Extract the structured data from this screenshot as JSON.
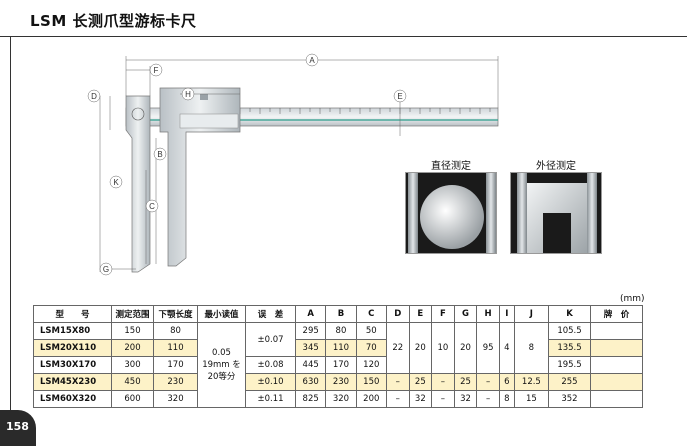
{
  "header": {
    "title": "LSM  长测爪型游标卡尺"
  },
  "drawing": {
    "dimension_letters": {
      "a": "A",
      "f": "F",
      "d": "D",
      "h": "H",
      "e": "E",
      "b": "B",
      "k": "K",
      "c": "C",
      "g": "G"
    }
  },
  "photos": {
    "inner": {
      "label": "直径测定"
    },
    "outer": {
      "label": "外径测定"
    }
  },
  "table": {
    "unit": "(mm)",
    "headers": [
      "型　　号",
      "测定范围",
      "下颚长度",
      "最小读值",
      "误　差",
      "A",
      "B",
      "C",
      "D",
      "E",
      "F",
      "G",
      "H",
      "I",
      "J",
      "K",
      "牌　价"
    ],
    "resolution": {
      "line1": "0.05",
      "line2": "19mm を",
      "line3": "20等分"
    },
    "common": {
      "d": "22",
      "f": "10",
      "g": "20",
      "h": "95",
      "i": "4",
      "j": "8"
    },
    "rows": [
      {
        "model": "LSM15X80",
        "range": "150",
        "jaw": "80",
        "error": "±0.07",
        "a": "295",
        "b": "80",
        "c": "50",
        "k": "105.5",
        "price": ""
      },
      {
        "model": "LSM20X110",
        "range": "200",
        "jaw": "110",
        "error": "",
        "a": "345",
        "b": "110",
        "c": "70",
        "k": "135.5",
        "price": ""
      },
      {
        "model": "LSM30X170",
        "range": "300",
        "jaw": "170",
        "error": "±0.08",
        "a": "445",
        "b": "170",
        "c": "120",
        "k": "195.5",
        "price": ""
      },
      {
        "model": "LSM45X230",
        "range": "450",
        "jaw": "230",
        "error": "±0.10",
        "a": "630",
        "b": "230",
        "c": "150",
        "d": "–",
        "e": "25",
        "f": "–",
        "g": "25",
        "h": "–",
        "i": "6",
        "j": "12.5",
        "k": "255",
        "price": ""
      },
      {
        "model": "LSM60X320",
        "range": "600",
        "jaw": "320",
        "error": "±0.11",
        "a": "825",
        "b": "320",
        "c": "200",
        "d": "–",
        "e": "32",
        "f": "–",
        "g": "32",
        "h": "–",
        "i": "8",
        "j": "15",
        "k": "352",
        "price": ""
      }
    ],
    "e_common": "20"
  },
  "footer": {
    "page": "158"
  }
}
